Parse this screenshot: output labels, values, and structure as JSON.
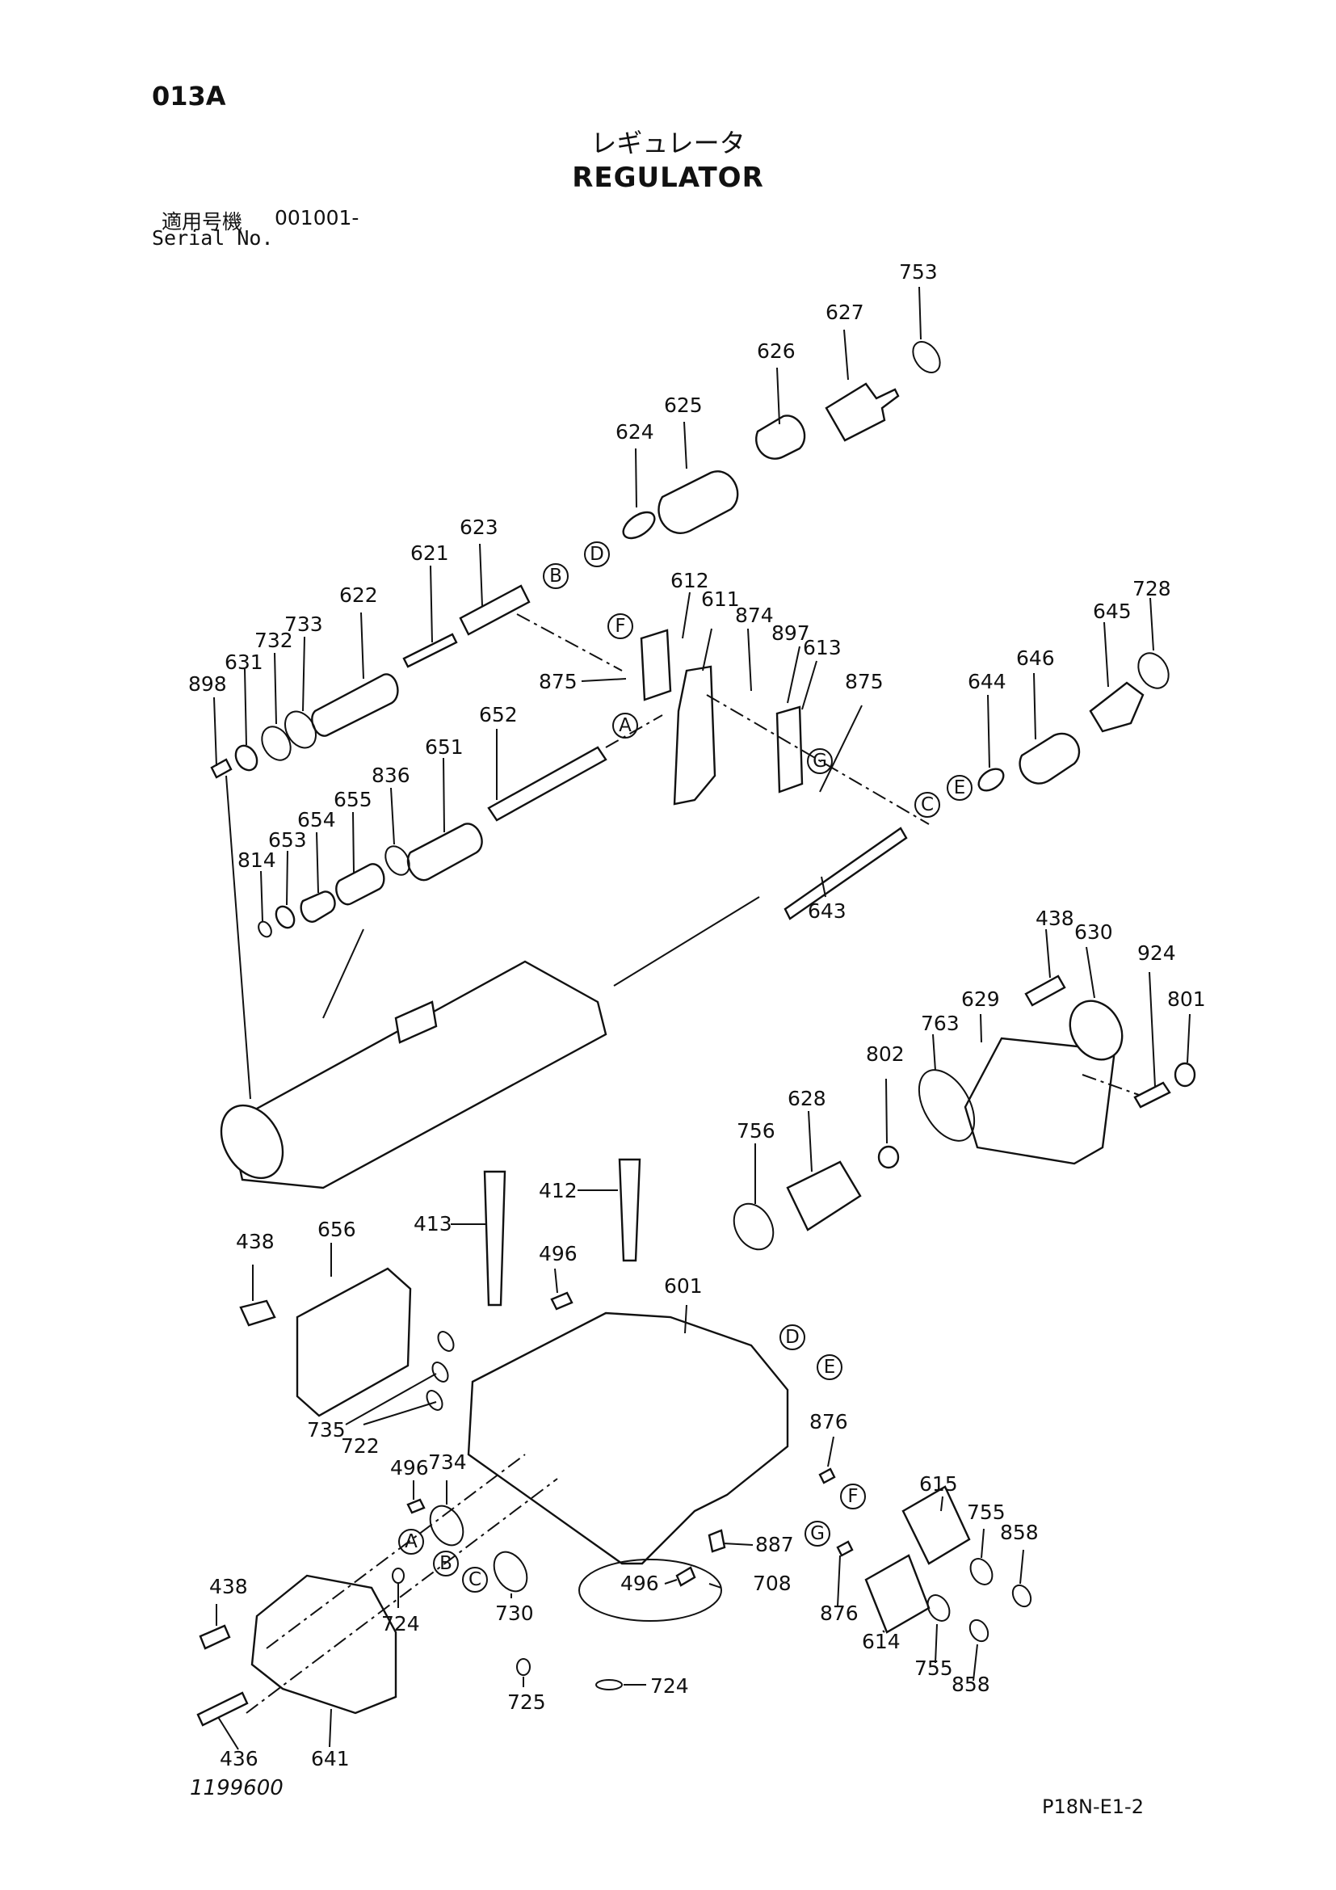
{
  "header": {
    "page_code": "013A",
    "title_jp": "レギュレータ",
    "title_en": "REGULATOR",
    "serial_label_jp": "適用号機",
    "serial_value": "001001-",
    "serial_label_en": "Serial No."
  },
  "footer": {
    "drawing_number": "1199600",
    "page_ref": "P18N-E1-2"
  },
  "callouts": {
    "p753": "753",
    "p627": "627",
    "p626": "626",
    "p625": "625",
    "p624": "624",
    "p623": "623",
    "p621": "621",
    "p622": "622",
    "p733": "733",
    "p732": "732",
    "p631": "631",
    "p898": "898",
    "p612": "612",
    "p611": "611",
    "p874": "874",
    "p897": "897",
    "p613": "613",
    "p875a": "875",
    "p875b": "875",
    "p728": "728",
    "p645": "645",
    "p646": "646",
    "p644": "644",
    "p652": "652",
    "p651": "651",
    "p836": "836",
    "p655": "655",
    "p654": "654",
    "p653": "653",
    "p814": "814",
    "p643": "643",
    "p438a": "438",
    "p630": "630",
    "p629": "629",
    "p924": "924",
    "p801": "801",
    "p763": "763",
    "p802": "802",
    "p628": "628",
    "p756": "756",
    "p412": "412",
    "p413": "413",
    "p656": "656",
    "p438b": "438",
    "p496a": "496",
    "p601": "601",
    "p735": "735",
    "p722": "722",
    "p876a": "876",
    "p496b": "496",
    "p734": "734",
    "p615": "615",
    "p755a": "755",
    "p858a": "858",
    "p887": "887",
    "p438c": "438",
    "p496c": "496",
    "p708": "708",
    "p724a": "724",
    "p730": "730",
    "p876b": "876",
    "p614": "614",
    "p755b": "755",
    "p858b": "858",
    "p725": "725",
    "p724b": "724",
    "p436": "436",
    "p641": "641"
  },
  "reference_letters": {
    "B1": "B",
    "D1": "D",
    "F1": "F",
    "A1": "A",
    "G1": "G",
    "C1": "C",
    "E1": "E",
    "D2": "D",
    "E2": "E",
    "F2": "F",
    "G2": "G",
    "A2": "A",
    "B2": "B",
    "C2": "C"
  }
}
